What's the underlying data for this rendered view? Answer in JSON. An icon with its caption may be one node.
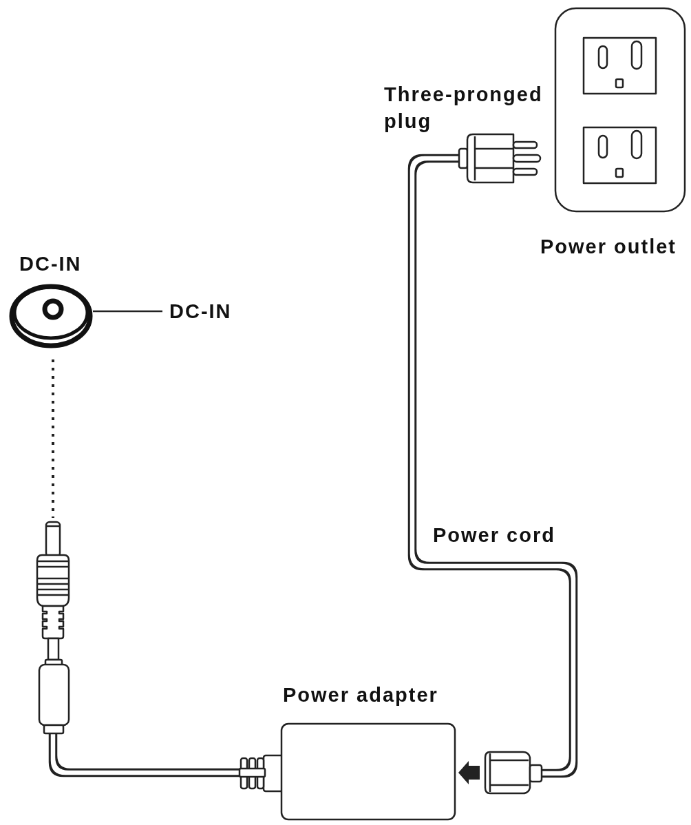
{
  "diagram": {
    "nodes": [
      {
        "text": [],
        "shape": "picture",
        "beside": [
          "Three-pronged plug"
        ]
      },
      {
        "text": [],
        "shape": "picture",
        "beside": [
          "Power outlet"
        ]
      },
      {
        "text": [],
        "shape": "picture",
        "beside": [
          "DC-IN"
        ]
      },
      {
        "text": [
          "DC-IN"
        ]
      },
      {
        "text": [],
        "shape": "picture"
      },
      {
        "text": [],
        "shape": "box",
        "beside": [
          "Power adapter"
        ]
      },
      {
        "text": [],
        "shape": "picture"
      }
    ],
    "edges": [
      {
        "from": 3,
        "to": 2,
        "arrow": "none"
      },
      {
        "from": 4,
        "to": 2,
        "arrow": "none",
        "style": "dashed"
      },
      {
        "from": 0,
        "to": 6,
        "arrow": "none",
        "label": "Power cord"
      },
      {
        "from": 6,
        "to": 5,
        "arrow": "to",
        "style": "thick"
      },
      {
        "from": 5,
        "to": 4,
        "arrow": "none"
      }
    ]
  }
}
